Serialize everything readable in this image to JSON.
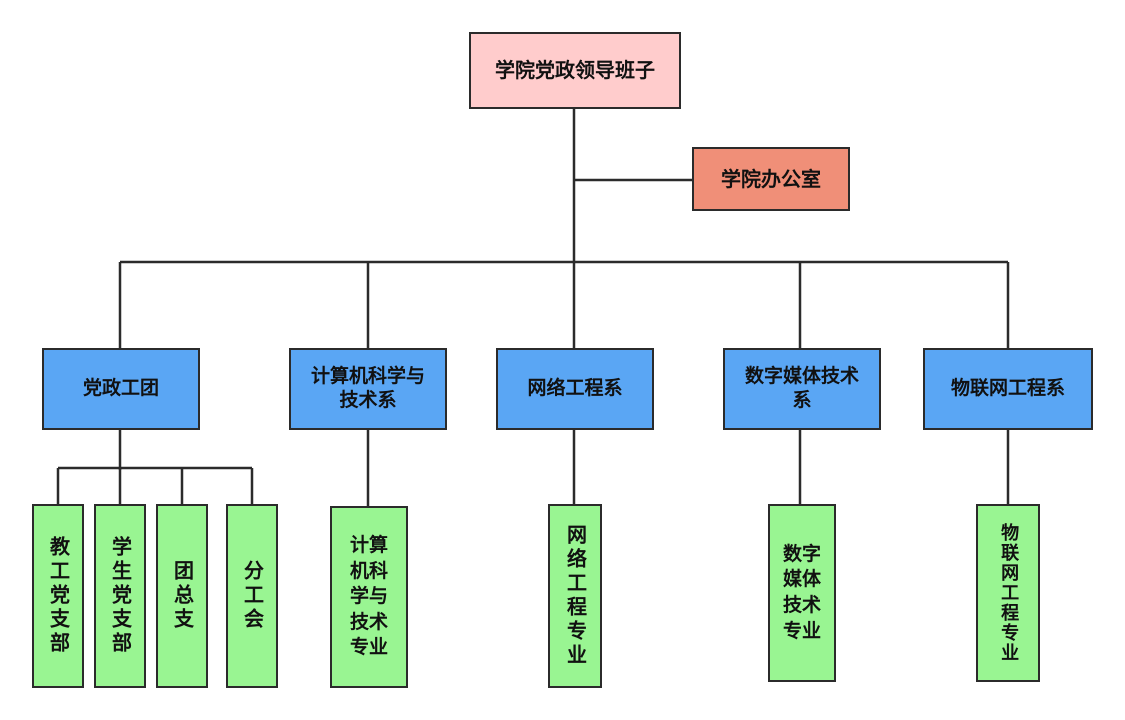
{
  "colors": {
    "root_fill": "#ffcccc",
    "office_fill": "#f08f78",
    "dept_fill": "#5aa6f4",
    "leaf_fill": "#99f592",
    "line": "#2b2b2b"
  },
  "root": {
    "label": "学院党政领导班子"
  },
  "office": {
    "label": "学院办公室"
  },
  "departments": [
    {
      "label": "党政工团"
    },
    {
      "label": "计算机科学与技术系"
    },
    {
      "label": "网络工程系"
    },
    {
      "label": "数字媒体技术系"
    },
    {
      "label": "物联网工程系"
    }
  ],
  "party_units": [
    {
      "label": "教工党支部"
    },
    {
      "label": "学生党支部"
    },
    {
      "label": "团总支"
    },
    {
      "label": "分工会"
    }
  ],
  "majors": [
    {
      "label": "计算机科学与技术专业"
    },
    {
      "label": "网络工程专业"
    },
    {
      "label": "数字媒体技术专业"
    },
    {
      "label": "物联网工程专业"
    }
  ]
}
